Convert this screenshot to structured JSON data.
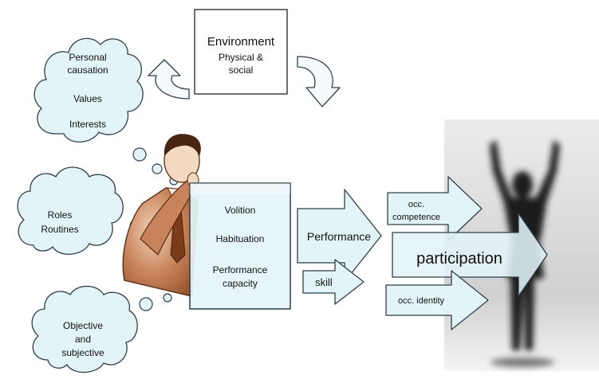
{
  "environment": {
    "title": "Environment",
    "line1": "Physical &",
    "line2": "social"
  },
  "cloud_top": {
    "line1": "Personal",
    "line2": "causation",
    "line3": "Values",
    "line4": "Interests"
  },
  "cloud_middle": {
    "line1": "Roles",
    "line2": "Routines"
  },
  "cloud_bottom": {
    "line1": "Objective",
    "line2": "and",
    "line3": "subjective"
  },
  "person_box": {
    "item1": "Volition",
    "item2": "Habituation",
    "item3_line1": "Performance",
    "item3_line2": "capacity"
  },
  "arrows": {
    "performance": "Performance",
    "skill": "skill",
    "occ_competence_line1": "occ.",
    "occ_competence_line2": "competence",
    "participation": "participation",
    "occ_identity": "occ. identity"
  },
  "colors": {
    "panel_fill": "#e3f4f7",
    "panel_stroke": "#2f3e4a",
    "skin": "#b5653a",
    "photo_bg": "#d9d9d9"
  }
}
